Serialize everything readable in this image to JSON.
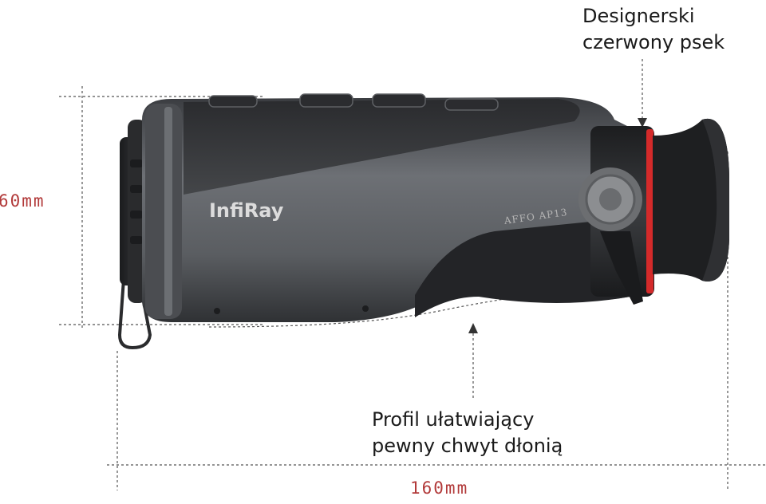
{
  "product": {
    "brand": "InfiRay",
    "model": "AFFO AP13"
  },
  "callouts": {
    "top_line1": "Designerski",
    "top_line2": "czerwony psek",
    "bottom_line1": "Profil ułatwiający",
    "bottom_line2": "pewny chwyt dłonią"
  },
  "dimensions": {
    "height": "60mm",
    "length": "160mm"
  },
  "colors": {
    "dimension_text": "#b23a3a",
    "accent_ring": "#d42a2a",
    "body": "#55585c"
  }
}
